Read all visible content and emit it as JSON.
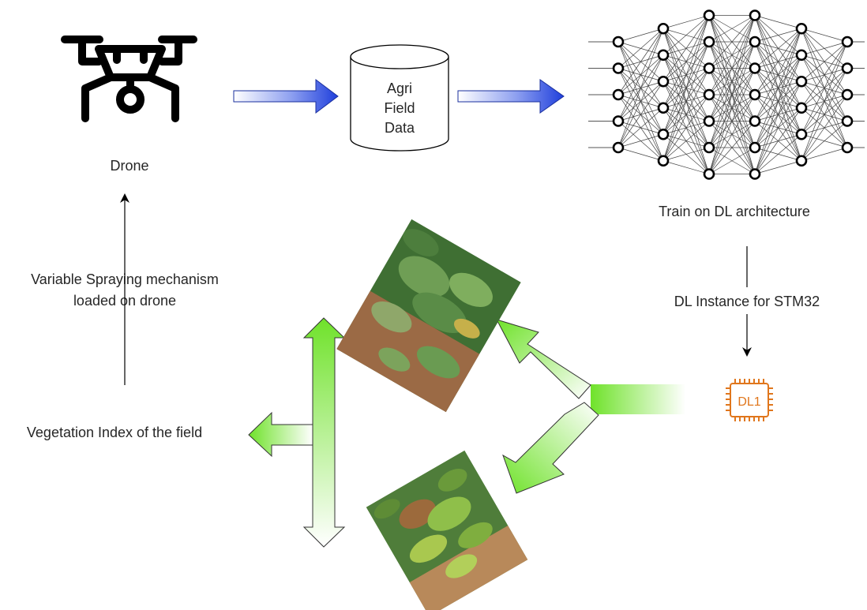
{
  "labels": {
    "drone": "Drone",
    "database_line1": "Agri",
    "database_line2": "Field",
    "database_line3": "Data",
    "train": "Train on DL architecture",
    "dl_instance": "DL Instance for STM32",
    "chip": "DL1",
    "spraying_line1": "Variable Spraying mechanism",
    "spraying_line2": "loaded on drone",
    "vegetation": "Vegetation Index of the field"
  },
  "colors": {
    "blue_arrow": "#1f3fdc",
    "green_arrow": "#7ee83a",
    "chip": "#e0761c",
    "icon": "#000000",
    "text": "#262626"
  },
  "icons": [
    "drone-icon",
    "database-icon",
    "neural-network-icon",
    "microcontroller-chip-icon"
  ],
  "neural_network": {
    "layer_sizes": [
      5,
      6,
      7,
      7,
      6,
      5
    ]
  }
}
